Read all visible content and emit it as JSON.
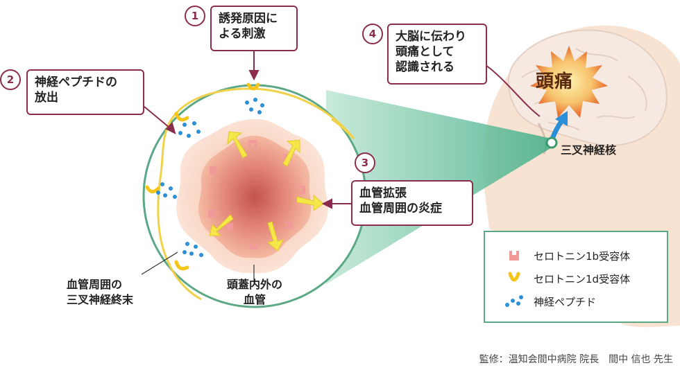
{
  "callouts": {
    "c1": {
      "num": "1",
      "line1": "誘発原因に",
      "line2": "よる刺激"
    },
    "c2": {
      "num": "2",
      "line1": "神経ペプチドの",
      "line2": "放出"
    },
    "c3": {
      "num": "3",
      "line1": "血管拡張",
      "line2": "血管周囲の炎症"
    },
    "c4": {
      "num": "4",
      "line1": "大脳に伝わり",
      "line2": "頭痛として",
      "line3": "認識される"
    }
  },
  "labels": {
    "headache": "頭痛",
    "trigeminal_nucleus": "三叉神経核",
    "vessel_line1": "頭蓋内外の",
    "vessel_line2": "血管",
    "nerve_end_line1": "血管周囲の",
    "nerve_end_line2": "三叉神経終末"
  },
  "legend": [
    {
      "icon": "serotonin-1b-receptor-icon",
      "text": "セロトニン1b受容体",
      "color": "#f29a9a"
    },
    {
      "icon": "serotonin-1d-receptor-icon",
      "text": "セロトニン1d受容体",
      "color": "#f5c518"
    },
    {
      "icon": "neuropeptide-dots-icon",
      "text": "神経ペプチド",
      "color": "#2a8fd6"
    }
  ],
  "credit": "監修：温知会間中病院 院長　間中 信也 先生",
  "colors": {
    "accent": "#8a2c4e",
    "circle": "#5aa886",
    "nerve": "#f0d24a",
    "dots": "#2a8fd6",
    "arrow": "#f5e64a"
  }
}
